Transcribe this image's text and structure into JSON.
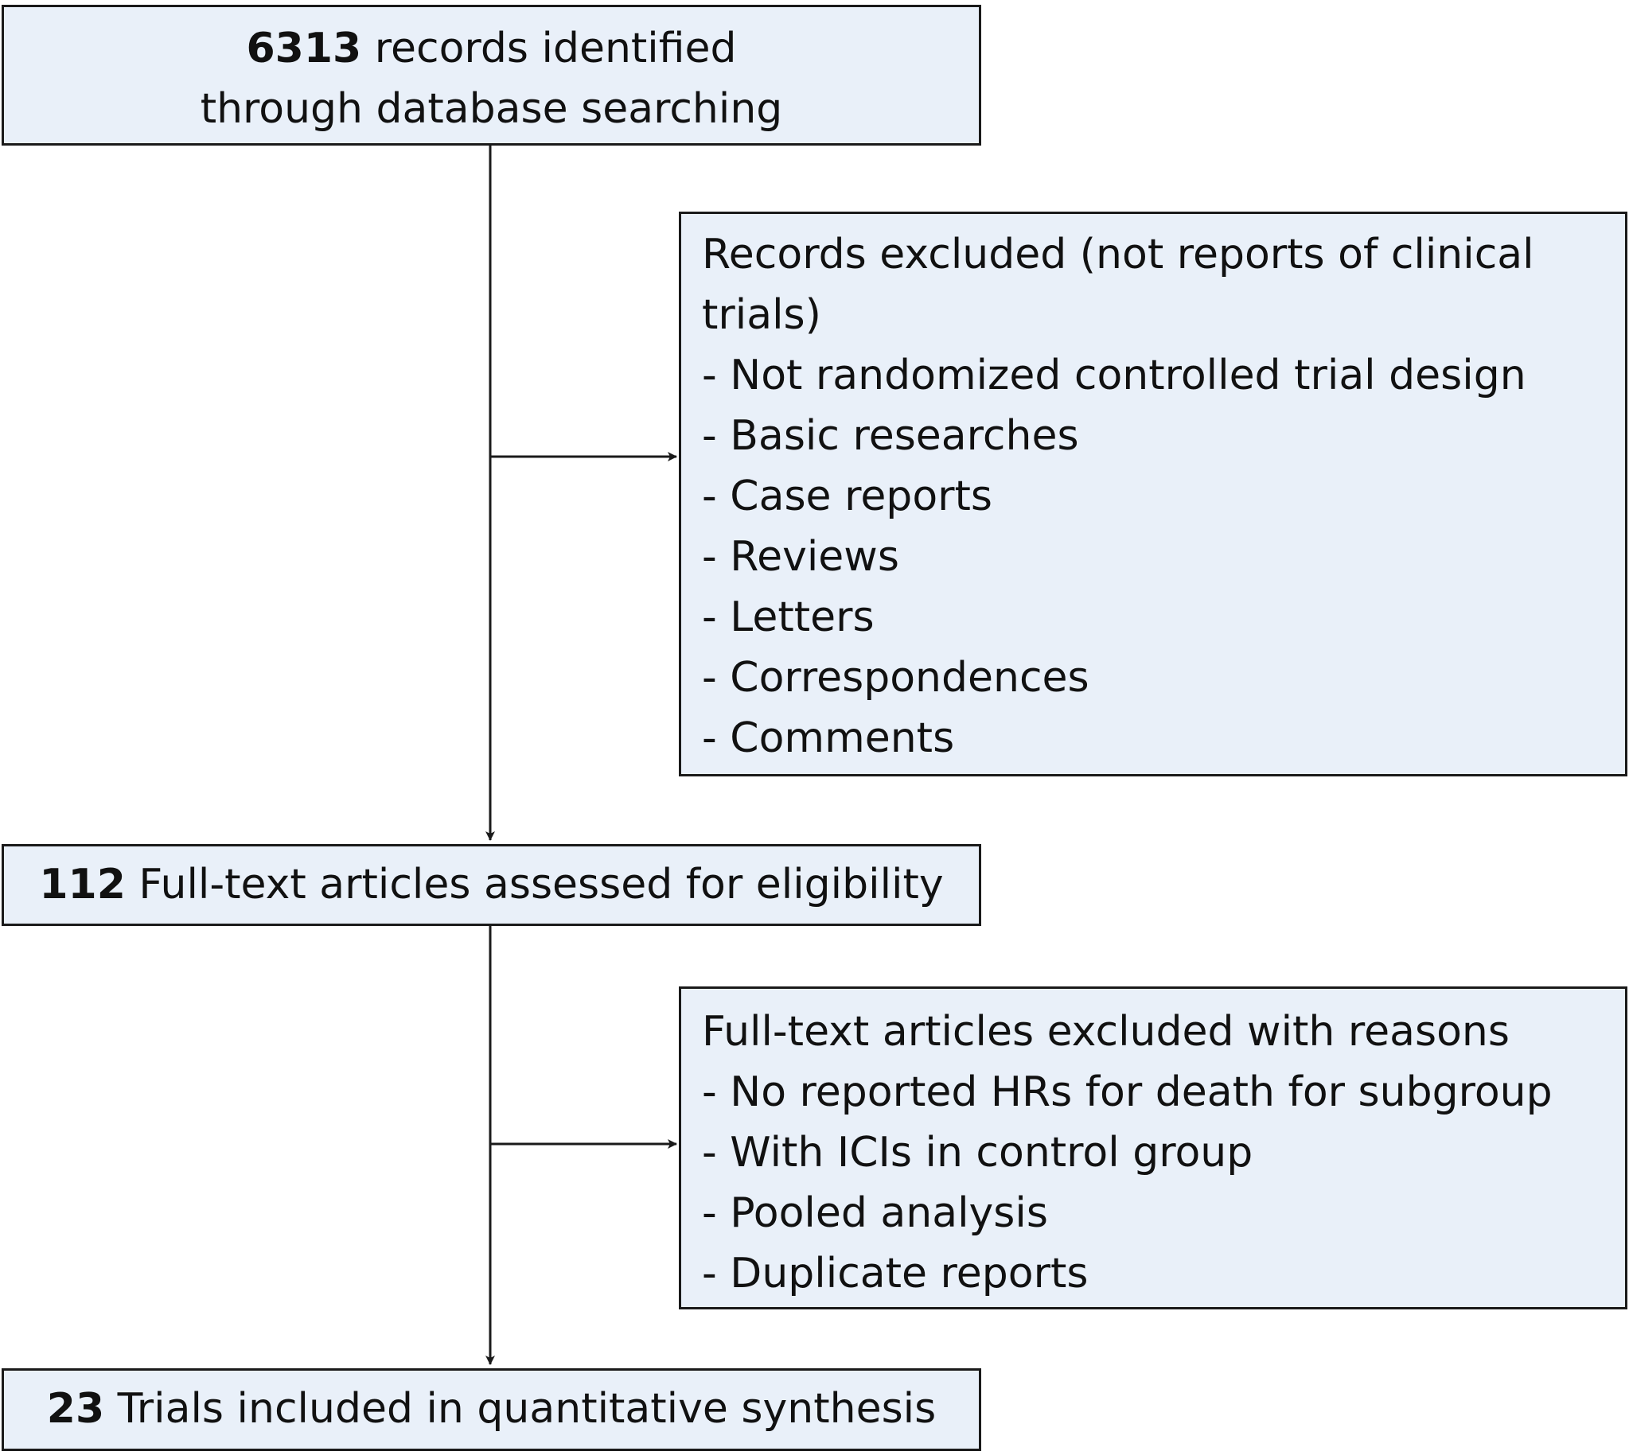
{
  "flow": {
    "identified": {
      "count": "6313",
      "text_line1": " records identified",
      "text_line2": "through database searching"
    },
    "screen_excluded": {
      "heading_line1": "Records excluded (not reports of clinical",
      "heading_line2": "trials)",
      "items": [
        "- Not randomized controlled trial design",
        "- Basic researches",
        "- Case reports",
        "- Reviews",
        "- Letters",
        "- Correspondences",
        "- Comments"
      ]
    },
    "fulltext": {
      "count": "112",
      "text": " Full-text articles assessed for eligibility"
    },
    "fulltext_excluded": {
      "heading": "Full-text articles excluded with reasons",
      "items": [
        "- No reported HRs for death for subgroup",
        "- With ICIs in control group",
        "- Pooled analysis",
        "- Duplicate reports"
      ]
    },
    "included": {
      "count": "23",
      "text": " Trials included in quantitative synthesis"
    }
  },
  "colors": {
    "box_fill": "#e9f0f9",
    "box_border": "#1a1a1a",
    "arrow": "#1a1a1a"
  }
}
